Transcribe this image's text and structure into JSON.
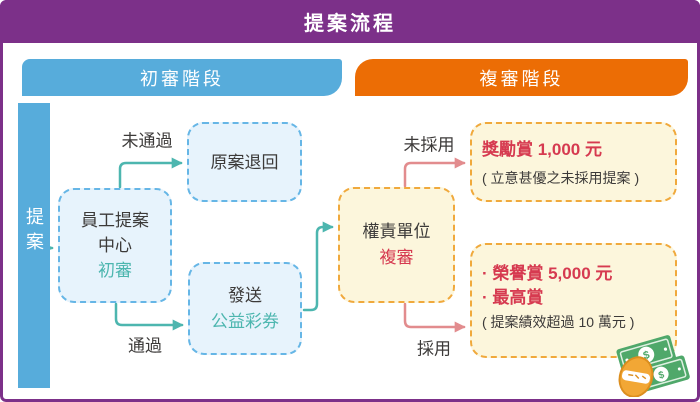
{
  "title": "提案流程",
  "colors": {
    "purple": "#7C3089",
    "blue": "#57ACDB",
    "orange": "#EC6D05",
    "teal": "#4DB6AF",
    "pink": "#E28C8E",
    "red": "#D63A50",
    "dark": "#3C3A39",
    "blue_box_bg": "#E7F3FC",
    "blue_box_border": "#66B6E6",
    "cream_box_bg": "#FCF6DC",
    "cream_box_border": "#F0A93C",
    "bill_green": "#4FA86A",
    "bill_light": "#DFF0E2",
    "coin_gold": "#F2A735",
    "coin_edge": "#DC8E1E"
  },
  "phases": {
    "initial": "初審階段",
    "second": "複審階段"
  },
  "left_bar": {
    "label": "提案"
  },
  "nodes": {
    "intake": {
      "line1": "員工提案",
      "line2": "中心",
      "line3": "初審"
    },
    "returned": {
      "label": "原案退回"
    },
    "lottery": {
      "line1": "發送",
      "line2": "公益彩券"
    },
    "review": {
      "line1": "權責單位",
      "line2": "複審"
    },
    "reward": {
      "line1": "獎勵賞 1,000 元",
      "line2": "( 立意甚優之未採用提案 )"
    },
    "honor": {
      "line1": "· 榮譽賞 5,000 元",
      "line2": "· 最高賞",
      "line3": "( 提案績效超過 10 萬元 )"
    }
  },
  "edge_labels": {
    "not_passed": "未通過",
    "passed": "通過",
    "not_adopted": "未採用",
    "adopted": "採用"
  },
  "icons": {
    "money": "money-icon",
    "money_symbol": "$"
  }
}
